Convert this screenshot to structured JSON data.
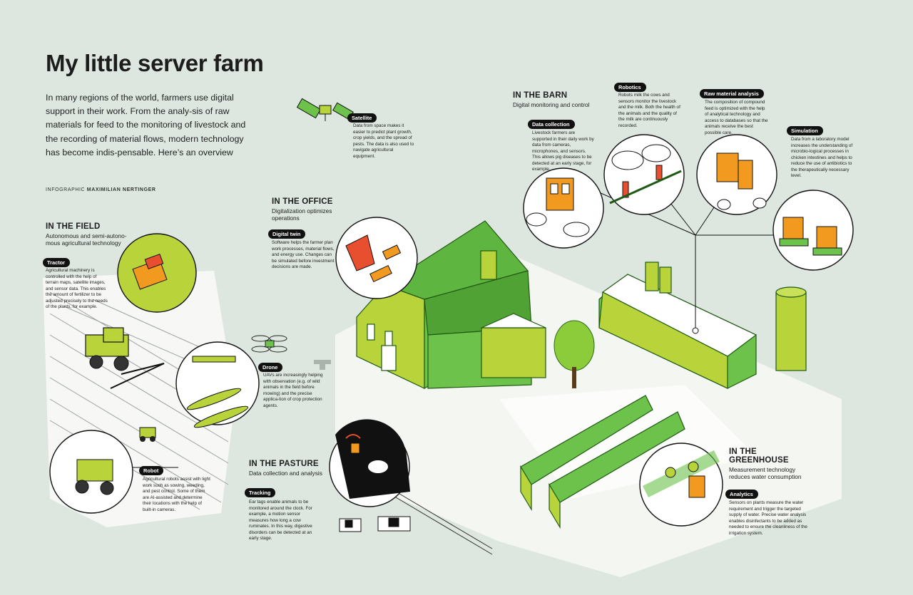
{
  "title": "My little server farm",
  "intro": "In many regions of the world, farmers use digital support in their work. From the analy-sis of raw materials for feed to the monitoring of livestock and the recording of material flows, modern technology has become indis-pensable. Here’s an overview",
  "credit": {
    "prefix": "INFOGRAPHIC",
    "author": "MAXIMILIAN NERTINGER"
  },
  "colors": {
    "background": "#dde6df",
    "green": "#6cc24a",
    "lime": "#b9d43a",
    "orange": "#f29a1f",
    "red": "#e84f2f",
    "dark": "#111111"
  },
  "sections": {
    "field": {
      "title": "IN THE FIELD",
      "subtitle": "Autonomous and semi-autono-mous agricultural technology"
    },
    "office": {
      "title": "IN THE OFFICE",
      "subtitle": "Digitalization optimizes operations"
    },
    "barn": {
      "title": "IN THE BARN",
      "subtitle": "Digital monitoring and control"
    },
    "pasture": {
      "title": "IN THE PASTURE",
      "subtitle": "Data collection and analysis"
    },
    "greenhouse": {
      "title": "IN THE GREENHOUSE",
      "subtitle": "Measurement technology reduces water consumption"
    }
  },
  "items": {
    "satellite": {
      "label": "Satellite",
      "text": "Data from space makes it easier to predict plant growth, crop yields, and the spread of pests. The data is also used to navigate agricultural equipment."
    },
    "tractor": {
      "label": "Tractor",
      "text": "Agricultural machinery is controlled with the help of terrain maps, satellite images, and sensor data. This enables the amount of fertilizer to be adjusted precisely to the needs of the plants, for example."
    },
    "drone": {
      "label": "Drone",
      "text": "UAVs are increasingly helping with observation (e.g. of wild animals in the field before mowing) and the precise applica-tion of crop protection agents."
    },
    "robot": {
      "label": "Robot",
      "text": "Agricultural robots assist with light work such as sowing, weeding, and pest control. Some of them are AI-assisted and determine their locations with the help of built-in cameras."
    },
    "digital_twin": {
      "label": "Digital twin",
      "text": "Software helps the farmer plan work processes, material flows, and energy use. Changes can be simulated before investment decisions are made."
    },
    "data_collection": {
      "label": "Data collection",
      "text": "Livestock farmers are supported in their daily work by data from cameras, microphones, and sensors. This allows pig diseases to be detected at an early stage, for example."
    },
    "robotics": {
      "label": "Robotics",
      "text": "Robots milk the cows and sensors monitor the livestock and the milk. Both the health of the animals and the quality of the milk are continuously recorded."
    },
    "raw_material": {
      "label": "Raw material analysis",
      "text": "The composition of compound feed is optimized with the help of analytical technology and access to databases so that the animals receive the best possible care."
    },
    "simulation": {
      "label": "Simulation",
      "text": "Data from a laboratory model increases the understanding of microbio-logical processes in chicken intestines and helps to reduce the use of antibiotics to the therapeutically necessary level."
    },
    "tracking": {
      "label": "Tracking",
      "text": "Ear tags enable animals to be monitored around the clock. For example, a motion sensor measures how long a cow ruminates. In this way, digestive disorders can be detected at an early stage."
    },
    "analytics": {
      "label": "Analytics",
      "text": "Sensors on plants measure the water requirement and trigger the targeted supply of water. Precise water analysis enables disinfectants to be added as needed to ensure the cleanliness of the irrigation system."
    }
  }
}
